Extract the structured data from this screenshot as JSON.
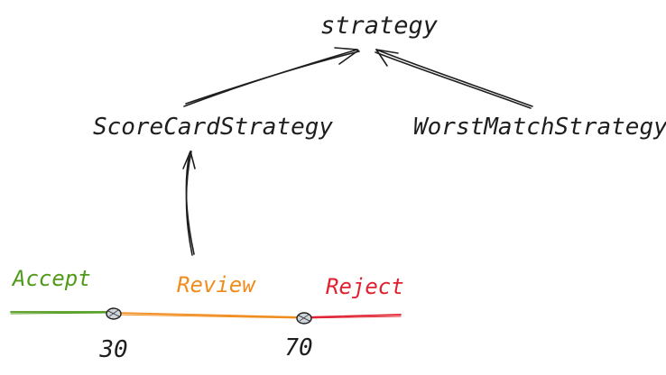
{
  "nodes": {
    "root": "strategy",
    "left": "ScoreCardStrategy",
    "right": "WorstMatchStrategy"
  },
  "scale": {
    "zones": [
      {
        "label": "Accept",
        "color": "#4f9a1a"
      },
      {
        "label": "Review",
        "color": "#f08c1c"
      },
      {
        "label": "Reject",
        "color": "#e0212f"
      }
    ],
    "thresholds": [
      "30",
      "70"
    ]
  },
  "colors": {
    "stroke": "#1e1e1e",
    "text": "#1e1e1e"
  }
}
